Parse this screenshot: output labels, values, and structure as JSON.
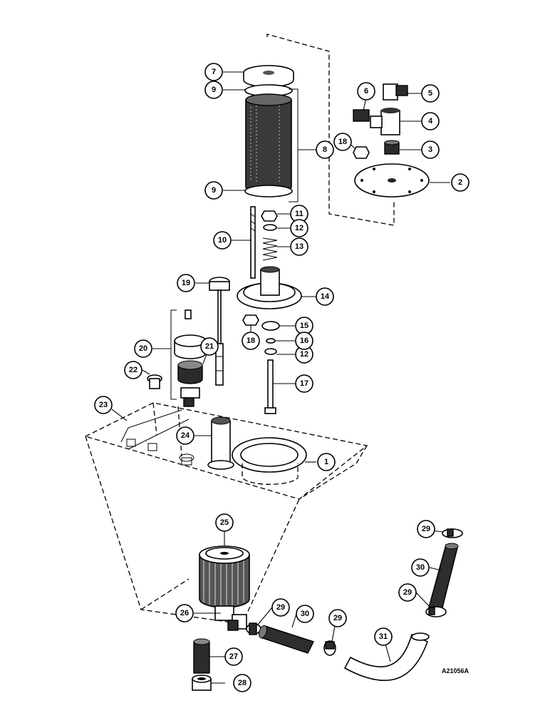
{
  "figure": {
    "reference_code": "A21056A",
    "callouts": [
      "1",
      "2",
      "3",
      "4",
      "5",
      "6",
      "7",
      "8",
      "9",
      "9",
      "10",
      "11",
      "12",
      "12",
      "13",
      "14",
      "15",
      "16",
      "17",
      "18",
      "18",
      "19",
      "20",
      "21",
      "22",
      "23",
      "24",
      "25",
      "26",
      "27",
      "28",
      "29",
      "29",
      "29",
      "29",
      "30",
      "30",
      "31"
    ]
  }
}
